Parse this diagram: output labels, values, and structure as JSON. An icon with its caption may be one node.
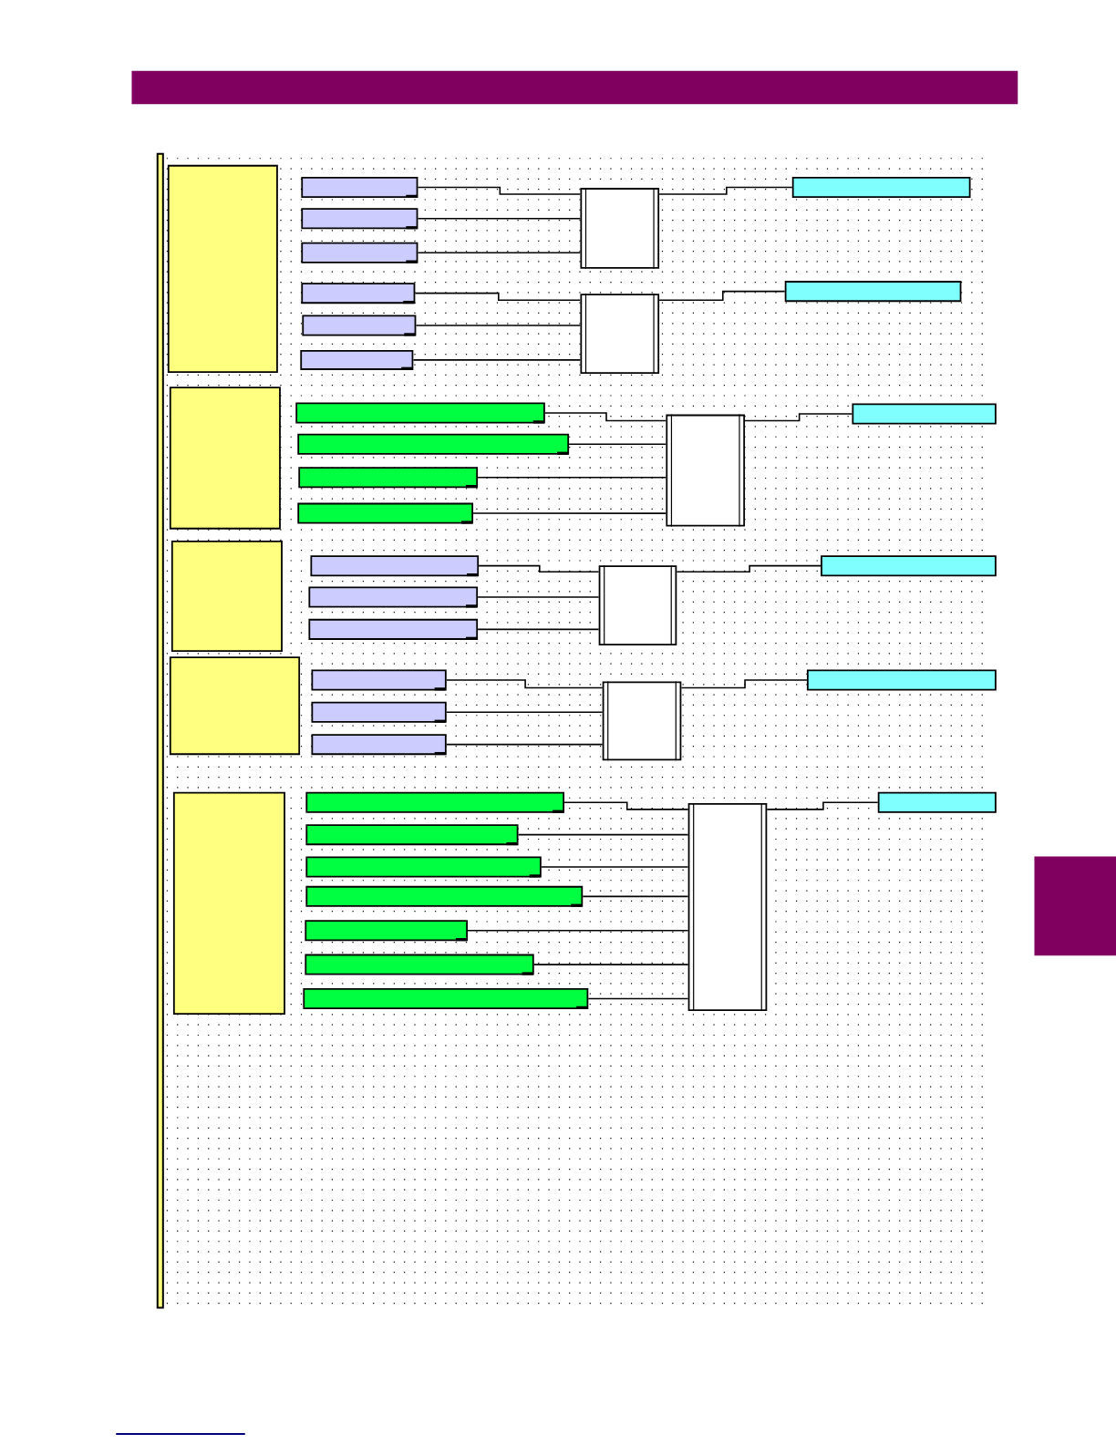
{
  "diagram": {
    "nodes": [
      {
        "text": [],
        "shape": "box"
      },
      {
        "text": [],
        "shape": "bar"
      },
      {
        "text": [],
        "shape": "bar"
      },
      {
        "text": [],
        "shape": "bar"
      },
      {
        "text": [],
        "shape": "bar"
      },
      {
        "text": [],
        "shape": "bar"
      },
      {
        "text": [],
        "shape": "bar"
      },
      {
        "text": [],
        "shape": "box"
      },
      {
        "text": [],
        "shape": "box"
      },
      {
        "text": [],
        "shape": "bar"
      },
      {
        "text": [],
        "shape": "bar"
      },
      {
        "text": [],
        "shape": "box"
      },
      {
        "text": [],
        "shape": "bar"
      },
      {
        "text": [],
        "shape": "bar"
      },
      {
        "text": [],
        "shape": "bar"
      },
      {
        "text": [],
        "shape": "bar"
      },
      {
        "text": [],
        "shape": "box"
      },
      {
        "text": [],
        "shape": "bar"
      },
      {
        "text": [],
        "shape": "box"
      },
      {
        "text": [],
        "shape": "bar"
      },
      {
        "text": [],
        "shape": "bar"
      },
      {
        "text": [],
        "shape": "bar"
      },
      {
        "text": [],
        "shape": "box"
      },
      {
        "text": [],
        "shape": "bar"
      },
      {
        "text": [],
        "shape": "box"
      },
      {
        "text": [],
        "shape": "bar"
      },
      {
        "text": [],
        "shape": "bar"
      },
      {
        "text": [],
        "shape": "bar"
      },
      {
        "text": [],
        "shape": "box"
      },
      {
        "text": [],
        "shape": "bar"
      },
      {
        "text": [],
        "shape": "box"
      },
      {
        "text": [],
        "shape": "bar"
      },
      {
        "text": [],
        "shape": "bar"
      },
      {
        "text": [],
        "shape": "bar"
      },
      {
        "text": [],
        "shape": "bar"
      },
      {
        "text": [],
        "shape": "bar"
      },
      {
        "text": [],
        "shape": "bar"
      },
      {
        "text": [],
        "shape": "bar"
      },
      {
        "text": [],
        "shape": "box"
      },
      {
        "text": [],
        "shape": "bar"
      },
      {
        "text": [],
        "shape": "box"
      }
    ],
    "edges": [
      {
        "from": 1,
        "to": 7,
        "arrow": "none"
      },
      {
        "from": 2,
        "to": 7,
        "arrow": "none"
      },
      {
        "from": 3,
        "to": 7,
        "arrow": "none"
      },
      {
        "from": 4,
        "to": 8,
        "arrow": "none"
      },
      {
        "from": 5,
        "to": 8,
        "arrow": "none"
      },
      {
        "from": 6,
        "to": 8,
        "arrow": "none"
      },
      {
        "from": 7,
        "to": 9,
        "arrow": "none"
      },
      {
        "from": 8,
        "to": 10,
        "arrow": "none"
      },
      {
        "from": 12,
        "to": 16,
        "arrow": "none"
      },
      {
        "from": 13,
        "to": 16,
        "arrow": "none"
      },
      {
        "from": 14,
        "to": 16,
        "arrow": "none"
      },
      {
        "from": 15,
        "to": 16,
        "arrow": "none"
      },
      {
        "from": 16,
        "to": 17,
        "arrow": "none"
      },
      {
        "from": 19,
        "to": 22,
        "arrow": "none"
      },
      {
        "from": 20,
        "to": 22,
        "arrow": "none"
      },
      {
        "from": 21,
        "to": 22,
        "arrow": "none"
      },
      {
        "from": 22,
        "to": 23,
        "arrow": "none"
      },
      {
        "from": 25,
        "to": 28,
        "arrow": "none"
      },
      {
        "from": 26,
        "to": 28,
        "arrow": "none"
      },
      {
        "from": 27,
        "to": 28,
        "arrow": "none"
      },
      {
        "from": 28,
        "to": 29,
        "arrow": "none"
      },
      {
        "from": 31,
        "to": 38,
        "arrow": "none"
      },
      {
        "from": 32,
        "to": 38,
        "arrow": "none"
      },
      {
        "from": 33,
        "to": 38,
        "arrow": "none"
      },
      {
        "from": 34,
        "to": 38,
        "arrow": "none"
      },
      {
        "from": 35,
        "to": 38,
        "arrow": "none"
      },
      {
        "from": 36,
        "to": 38,
        "arrow": "none"
      },
      {
        "from": 37,
        "to": 38,
        "arrow": "none"
      },
      {
        "from": 38,
        "to": 39,
        "arrow": "none"
      }
    ]
  }
}
